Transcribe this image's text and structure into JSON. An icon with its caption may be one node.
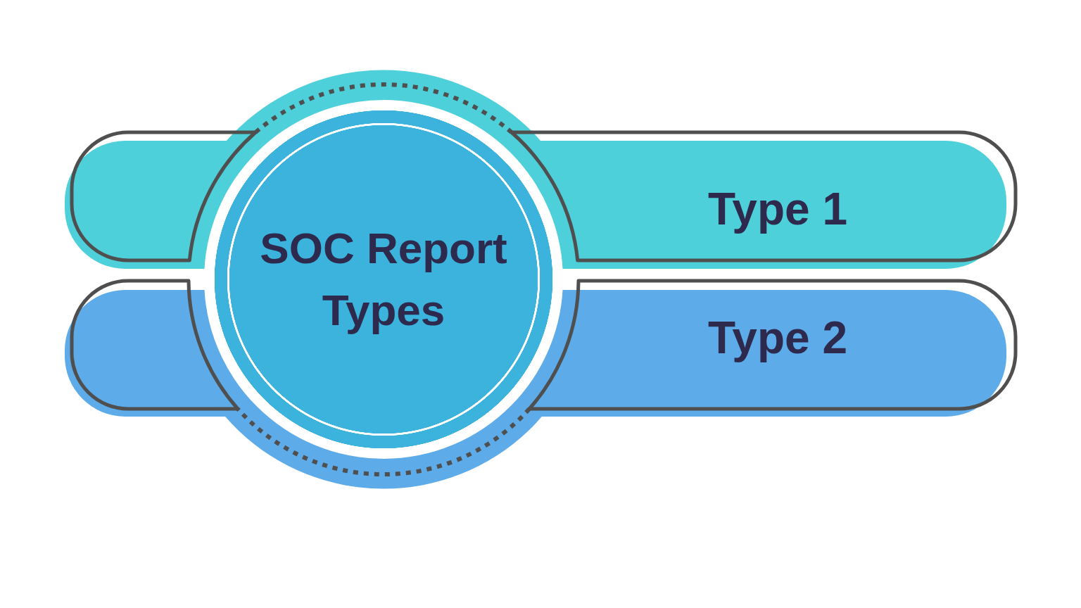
{
  "diagram": {
    "nodes": [
      {
        "text": [
          "SOC Report Types"
        ]
      },
      {
        "text": [
          "Type 1"
        ]
      },
      {
        "text": [
          "Type 2"
        ]
      }
    ]
  }
}
